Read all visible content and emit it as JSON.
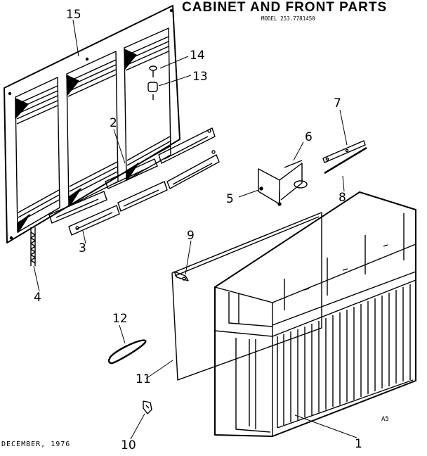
{
  "header": {
    "title": "CABINET AND FRONT PARTS",
    "model": "MODEL 253.7781450"
  },
  "footer": {
    "date": "DECEMBER, 1976",
    "code": "A5"
  },
  "callouts": [
    "1",
    "2",
    "3",
    "4",
    "5",
    "6",
    "7",
    "8",
    "9",
    "10",
    "11",
    "12",
    "13",
    "14",
    "15"
  ]
}
